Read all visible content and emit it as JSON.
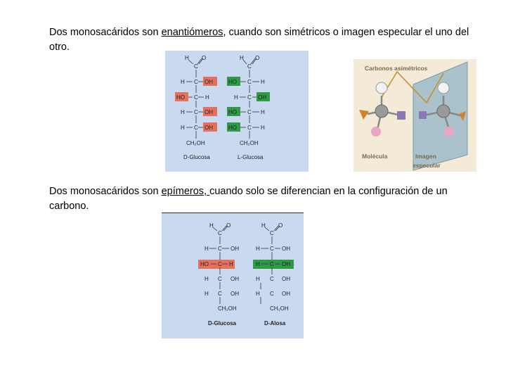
{
  "section1": {
    "text_before": "Dos monosacáridos son ",
    "term": "enantiómeros",
    "text_after": ", cuando son simétricos o imagen especular el uno del otro."
  },
  "section2": {
    "text_before": "Dos monosacáridos son ",
    "term": "epímeros, ",
    "text_after": "cuando solo se diferencian en la configuración de un carbono."
  },
  "figure1": {
    "left": {
      "top": [
        "H",
        "O",
        "C"
      ],
      "rows": [
        {
          "l": "H",
          "r": "OH"
        },
        {
          "l": "HO",
          "r": "H"
        },
        {
          "l": "H",
          "r": "OH"
        },
        {
          "l": "H",
          "r": "OH"
        }
      ],
      "bottom": "CH₂OH",
      "caption": "D-Glucosa"
    },
    "right": {
      "top": [
        "H",
        "O",
        "C"
      ],
      "rows": [
        {
          "l": "HO",
          "r": "H"
        },
        {
          "l": "H",
          "r": "OH"
        },
        {
          "l": "HO",
          "r": "H"
        },
        {
          "l": "HO",
          "r": "H"
        }
      ],
      "bottom": "CH₂OH",
      "caption": "L-Glucosa"
    },
    "colors": {
      "red": "#e4705d",
      "green": "#2f9a46",
      "panel": "#c9daf0"
    }
  },
  "figure2": {
    "title": "Carbonos asimétricos",
    "label_molecule": "Molécula",
    "label_image_1": "Imagen",
    "label_image_2": "especular",
    "colors": {
      "panel": "#f3ead8",
      "mirror": "#a9c2cc",
      "line": "#c8902a"
    }
  },
  "figure3": {
    "left": {
      "top": [
        "H",
        "O",
        "C"
      ],
      "rows": [
        {
          "l": "H",
          "c": "C",
          "r": "OH"
        },
        {
          "l": "HO",
          "c": "C",
          "r": "H"
        },
        {
          "l": "H",
          "c": "C",
          "r": "OH"
        },
        {
          "l": "H",
          "c": "C",
          "r": "OH"
        }
      ],
      "bottom": "CH₂OH",
      "caption": "D-Glucosa"
    },
    "right": {
      "top": [
        "H",
        "O",
        "C"
      ],
      "rows": [
        {
          "l": "H",
          "c": "C",
          "r": "OH"
        },
        {
          "l": "H",
          "c": "C",
          "r": "OH"
        },
        {
          "l": "H",
          "c": "C",
          "r": "OH"
        },
        {
          "l": "H",
          "c": "C",
          "r": "OH"
        }
      ],
      "bottom": "CH₂OH",
      "caption": "D-Alosa"
    }
  }
}
